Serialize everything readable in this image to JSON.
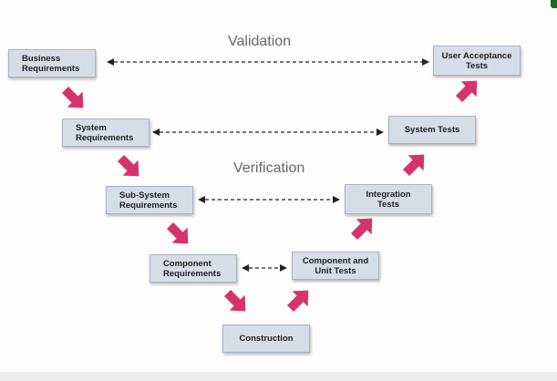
{
  "diagram": {
    "labels": {
      "validation": "Validation",
      "verification": "Verification"
    },
    "boxes": {
      "business_requirements": "Business\nRequirements",
      "system_requirements": "System\nRequirements",
      "sub_system_requirements": "Sub-System\nRequirements",
      "component_requirements": "Component\nRequirements",
      "construction": "Construction",
      "component_unit_tests": "Component and\nUnit Tests",
      "integration_tests": "Integration\nTests",
      "system_tests": "System Tests",
      "user_acceptance_tests": "User Acceptance\nTests"
    },
    "colors": {
      "box_fill": "#d7dde6",
      "box_border": "#a9b3c1",
      "arrow": "#d6336c",
      "dashed_line": "#222222",
      "label_text": "#666666"
    }
  }
}
